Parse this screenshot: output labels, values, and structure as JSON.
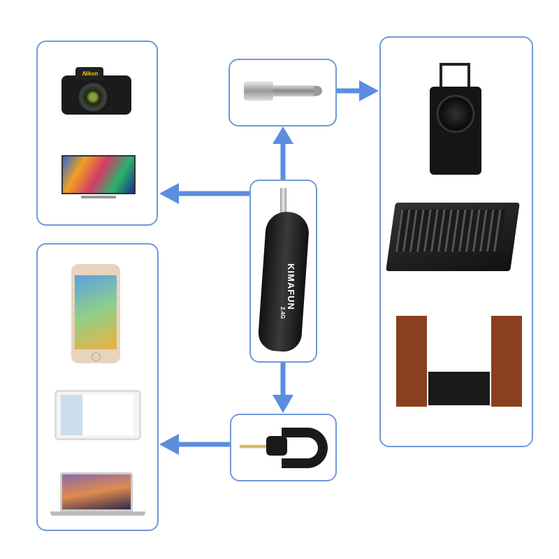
{
  "receiver": {
    "brand": "KIMAFUN",
    "band": "2.4G"
  },
  "camera": {
    "brand": "Nikon"
  },
  "colors": {
    "border": "#6f9ad8",
    "arrow": "#5b8de0"
  },
  "icons": [
    "camera-icon",
    "tv-icon",
    "smartphone-icon",
    "tablet-icon",
    "laptop-icon",
    "6-35mm-adapter-icon",
    "wireless-receiver-icon",
    "y-splitter-icon",
    "pa-speaker-icon",
    "audio-mixer-icon",
    "hifi-stereo-icon"
  ]
}
